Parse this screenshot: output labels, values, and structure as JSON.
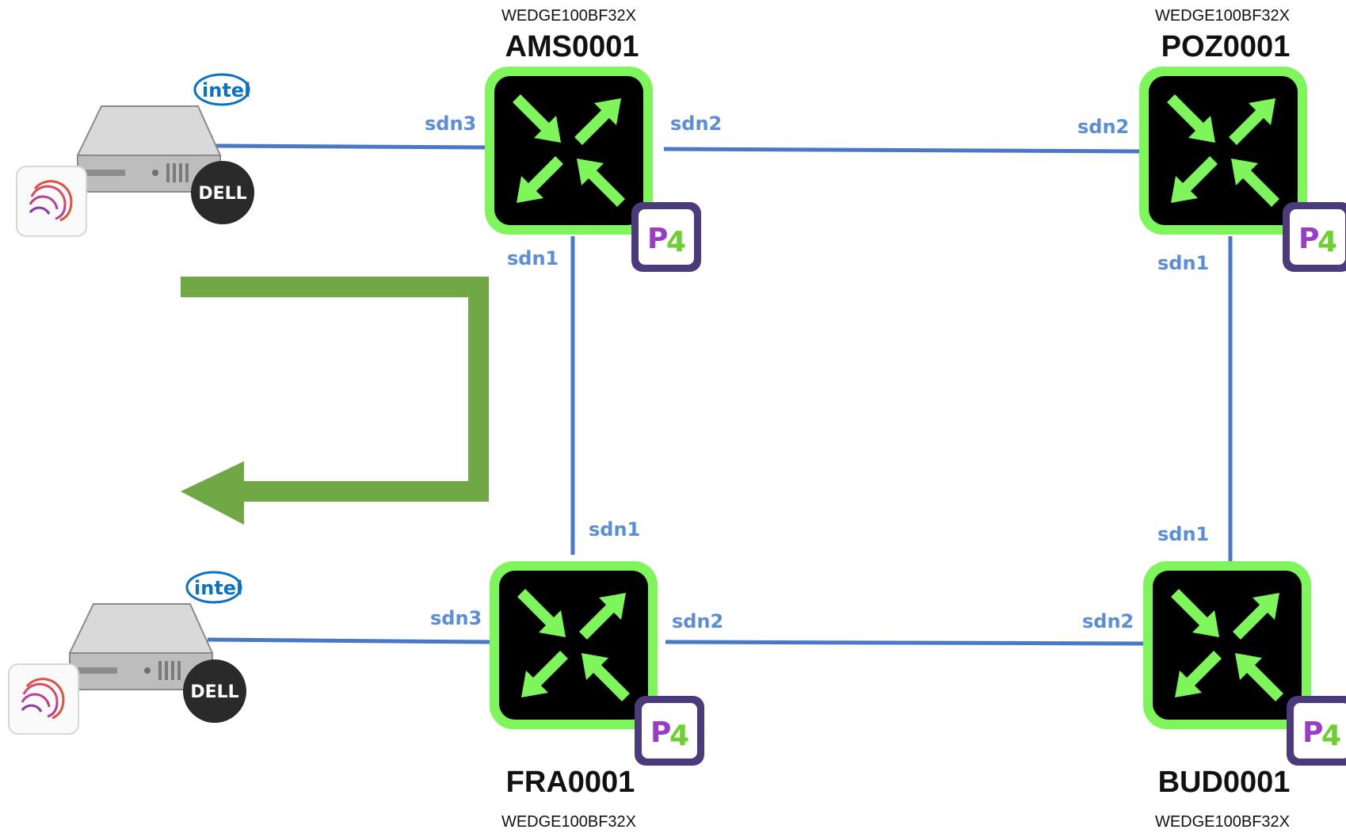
{
  "colors": {
    "link": "#4a78c8",
    "port_label": "#5b8ed6",
    "switch_border": "#7ef55a",
    "switch_body": "#000000",
    "switch_arrow": "#7ef55a",
    "p4_border": "#4b3b7c",
    "p4_letter_p": "#9a3cc5",
    "p4_digit": "#6ecf30",
    "flow_arrow": "#70a845",
    "intel": "#0a71c5",
    "dell_badge": "#2a2a2a"
  },
  "switches": [
    {
      "id": "ams",
      "name": "AMS0001",
      "model": "WEDGE100BF32X",
      "ports": [
        "sdn3",
        "sdn2",
        "sdn1"
      ]
    },
    {
      "id": "poz",
      "name": "POZ0001",
      "model": "WEDGE100BF32X",
      "ports": [
        "sdn2",
        "sdn1"
      ]
    },
    {
      "id": "fra",
      "name": "FRA0001",
      "model": "WEDGE100BF32X",
      "ports": [
        "sdn1",
        "sdn3",
        "sdn2"
      ]
    },
    {
      "id": "bud",
      "name": "BUD0001",
      "model": "WEDGE100BF32X",
      "ports": [
        "sdn1",
        "sdn2"
      ]
    }
  ],
  "servers": [
    {
      "id": "server-top",
      "cpu_badge": "intel",
      "vendor_badge": "DELL",
      "icons": [
        "server-icon",
        "intel-logo-icon",
        "dell-logo-icon",
        "fingerprint-app-icon"
      ]
    },
    {
      "id": "server-bottom",
      "cpu_badge": "intel",
      "vendor_badge": "DELL",
      "icons": [
        "server-icon",
        "intel-logo-icon",
        "dell-logo-icon",
        "fingerprint-app-icon"
      ]
    }
  ],
  "p4_badge": {
    "letter": "P",
    "digit": "4"
  },
  "icons": [
    "switch-router-icon",
    "p4-badge-icon",
    "flow-return-arrow-icon"
  ]
}
